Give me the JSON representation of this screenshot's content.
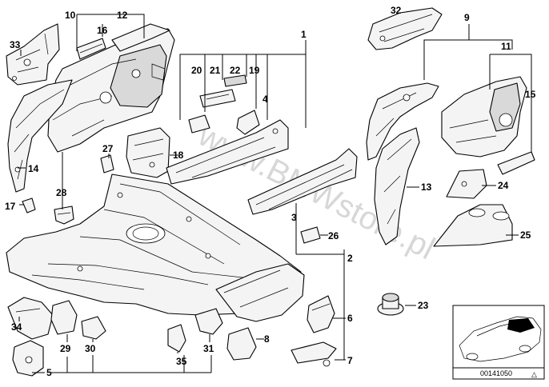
{
  "watermark": "www.BMWstore.pl",
  "reference": {
    "code": "00141050",
    "symbol": "△"
  },
  "labels": {
    "l1": "1",
    "l2": "2",
    "l3": "3",
    "l4": "4",
    "l5": "5",
    "l6": "6",
    "l7": "7",
    "l8": "8",
    "l9": "9",
    "l10": "10",
    "l11": "11",
    "l12": "12",
    "l13": "13",
    "l14": "14",
    "l15": "15",
    "l16": "16",
    "l17": "17",
    "l18": "18",
    "l19": "19",
    "l20": "20",
    "l21": "21",
    "l22": "22",
    "l23": "23",
    "l24": "24",
    "l25": "25",
    "l26": "26",
    "l27": "27",
    "l28": "28",
    "l29": "29",
    "l30": "30",
    "l31": "31",
    "l32": "32",
    "l33": "33",
    "l34": "34",
    "l35": "35"
  }
}
